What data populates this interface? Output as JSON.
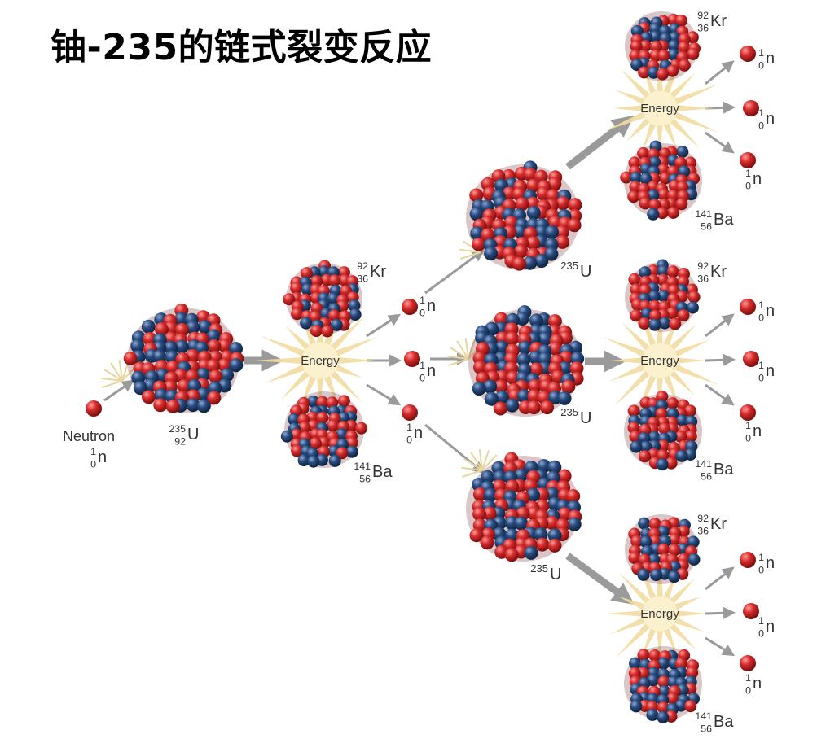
{
  "title": "铀-235的链式裂变反应",
  "labels": {
    "energy": "Energy",
    "neutron_word": "Neutron",
    "neutron_mass": "1",
    "neutron_atomic": "0",
    "neutron_symbol": "n",
    "u_mass": "235",
    "u_atomic": "92",
    "u_symbol": "U",
    "kr_mass": "92",
    "kr_atomic": "36",
    "kr_symbol": "Kr",
    "ba_mass": "141",
    "ba_atomic": "56",
    "ba_symbol": "Ba"
  },
  "colors": {
    "proton": "#d42a2a",
    "neutron_particle": "#274a7e",
    "energy_burst": "#f1dca0",
    "arrow": "#9a9a9a",
    "title": "#000000"
  }
}
